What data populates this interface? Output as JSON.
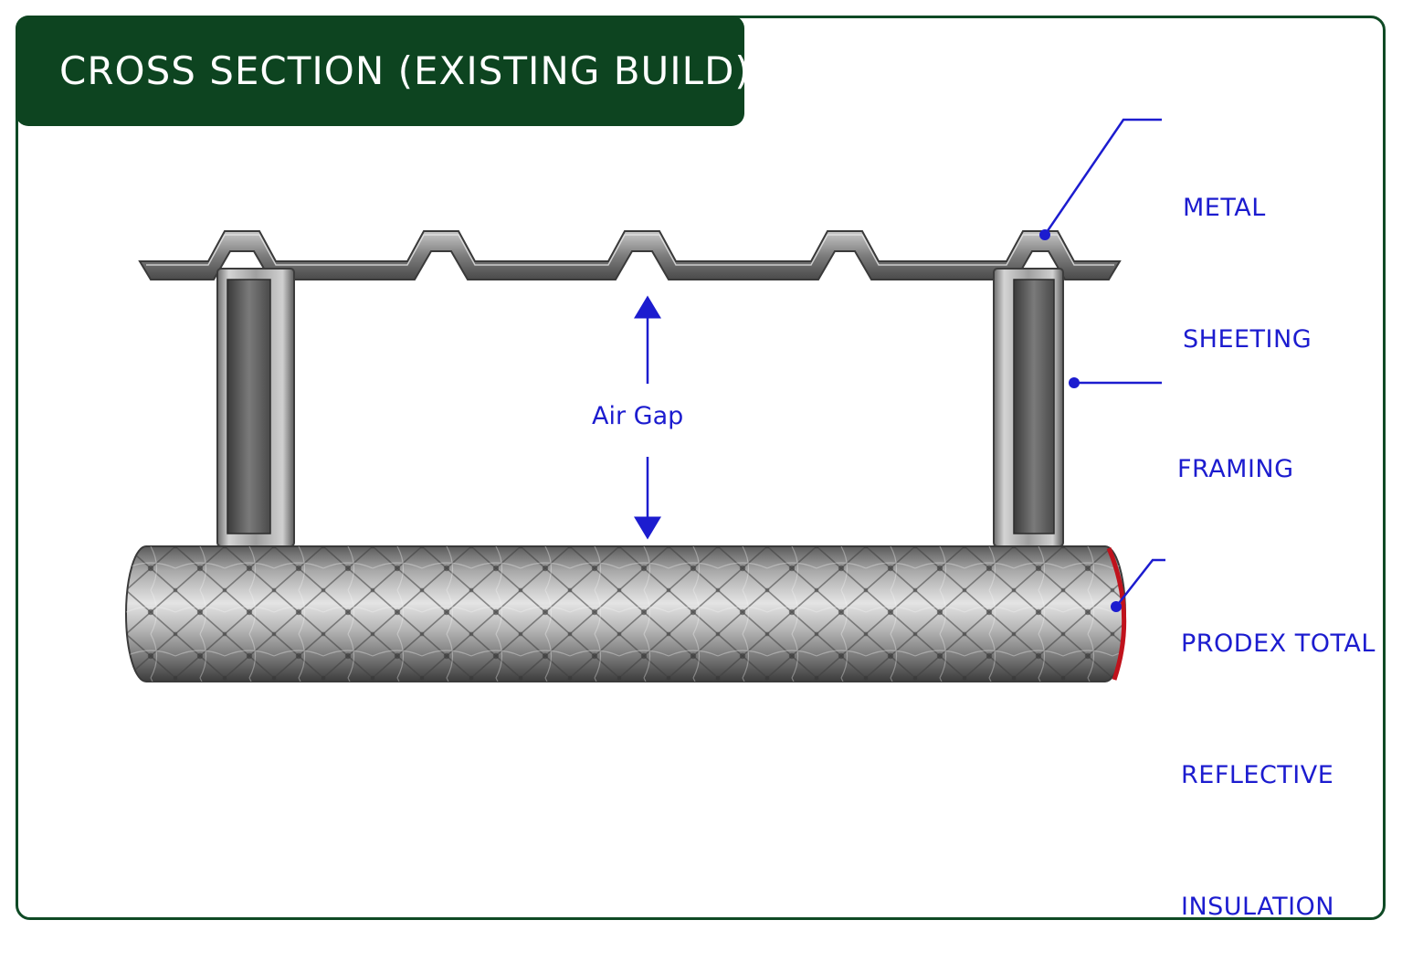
{
  "title": "CROSS SECTION (EXISTING BUILD)",
  "colors": {
    "title_bg": "#0d4420",
    "frame_border": "#0f4a25",
    "annotation": "#1c1ccf",
    "metal": "#8a8a8a",
    "insulation_edge": "#c0121c"
  },
  "labels": {
    "metal_sheeting": [
      "METAL",
      "SHEETING"
    ],
    "framing": [
      "FRAMING"
    ],
    "insulation": [
      "PRODEX TOTAL",
      "REFLECTIVE",
      "INSULATION"
    ],
    "air_gap": "Air Gap"
  },
  "components": [
    "corrugated-metal-sheet",
    "rectangular-frame-left",
    "rectangular-frame-right",
    "insulation-roll"
  ]
}
